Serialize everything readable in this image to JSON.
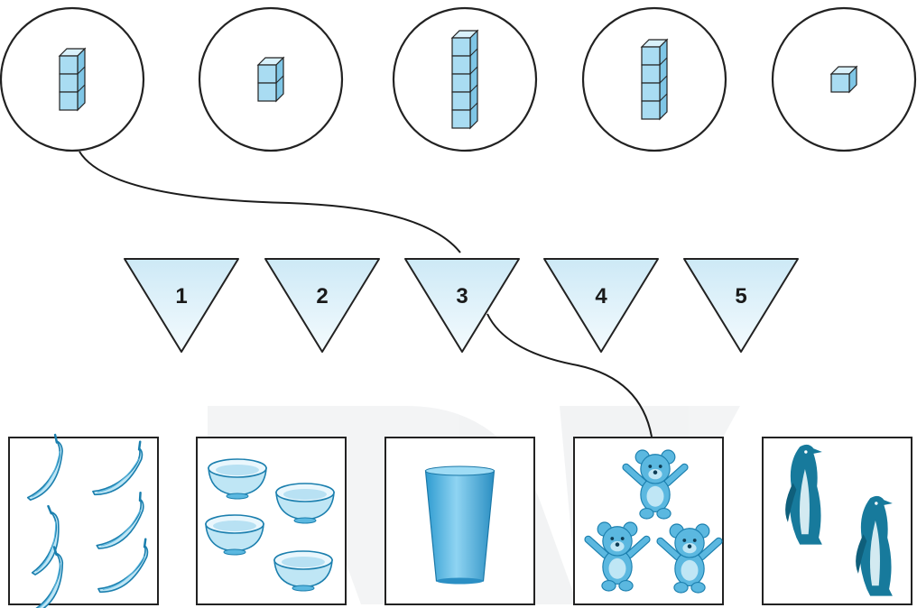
{
  "palette": {
    "outline": "#222222",
    "cube_front": "#a9dcf2",
    "cube_top": "#d9f1fb",
    "cube_side": "#7fc6e6",
    "triangle_fill": "#e3f3fb",
    "item_light": "#bfe6f5",
    "item_mid": "#5bb8e0",
    "item_dark": "#1b7fae",
    "penguin": "#177a9c"
  },
  "cube_stacks": [
    {
      "id": "stack-3",
      "cubes": 3
    },
    {
      "id": "stack-2",
      "cubes": 2
    },
    {
      "id": "stack-5",
      "cubes": 5
    },
    {
      "id": "stack-4",
      "cubes": 4
    },
    {
      "id": "stack-1",
      "cubes": 1
    }
  ],
  "triangles": [
    {
      "number": "1"
    },
    {
      "number": "2"
    },
    {
      "number": "3"
    },
    {
      "number": "4"
    },
    {
      "number": "5"
    }
  ],
  "pictures": [
    {
      "id": "bananas",
      "icon": "banana-icon",
      "count": 6
    },
    {
      "id": "bowls",
      "icon": "bowl-icon",
      "count": 4
    },
    {
      "id": "cup",
      "icon": "cup-icon",
      "count": 1
    },
    {
      "id": "teddy-bears",
      "icon": "teddy-bear-icon",
      "count": 3
    },
    {
      "id": "penguins",
      "icon": "penguin-icon",
      "count": 2
    }
  ],
  "connections": [
    {
      "from": "stack-3",
      "to": "3"
    },
    {
      "from": "3",
      "to": "teddy-bears"
    }
  ]
}
